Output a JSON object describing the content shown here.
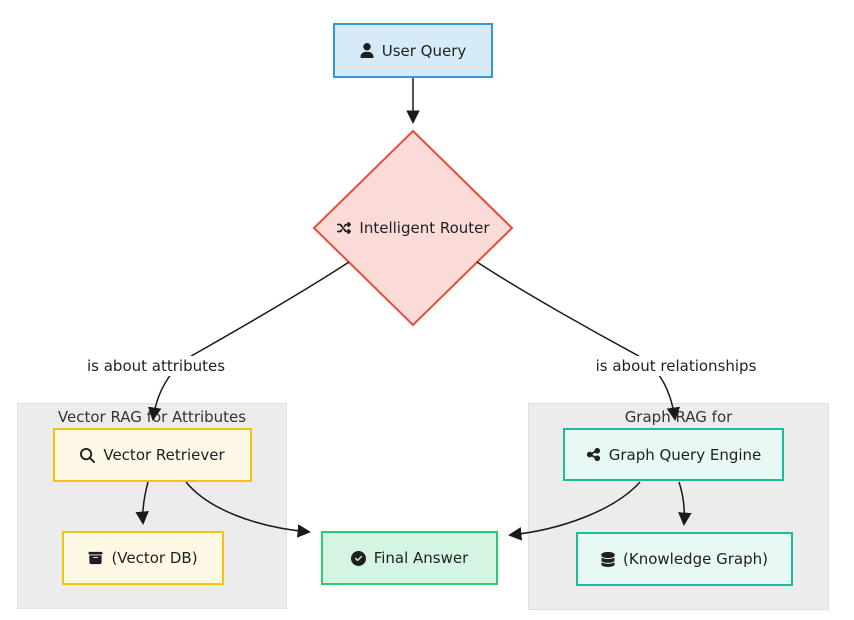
{
  "diagram": {
    "nodes": {
      "user_query": {
        "label": "User Query",
        "icon": "user-icon"
      },
      "intelligent_router": {
        "label": "Intelligent Router",
        "icon": "shuffle-icon"
      },
      "vector_retriever": {
        "label": "Vector Retriever",
        "icon": "magnifier-icon"
      },
      "vector_db": {
        "label": "(Vector DB)",
        "icon": "archive-box-icon"
      },
      "graph_query_engine": {
        "label": "Graph Query Engine",
        "icon": "share-nodes-icon"
      },
      "knowledge_graph": {
        "label": "(Knowledge Graph)",
        "icon": "database-icon"
      },
      "final_answer": {
        "label": "Final Answer",
        "icon": "check-circle-icon"
      }
    },
    "subgraphs": {
      "vector_rag": {
        "title": "Vector RAG for Attributes"
      },
      "graph_rag": {
        "title": "Graph RAG for"
      }
    },
    "edge_labels": {
      "attributes": "is about attributes",
      "relationships": "is about relationships"
    }
  },
  "colors": {
    "background": "#ffffff",
    "text": "#1f1f1f",
    "edge": "#1a1a1a",
    "cluster_fill": "#ececec",
    "cluster_border": "#e0e0e0",
    "cluster_title": "#333333",
    "blue_fill": "#d6eaf8",
    "blue_border": "#3498db",
    "red_fill": "#fadbd8",
    "red_border": "#e74c3c",
    "yellow_fill": "#fef9e7",
    "yellow_border": "#f1c40f",
    "teal_fill": "#e8f8f5",
    "teal_border": "#1abc9c",
    "green_fill": "#d5f5e3",
    "green_border": "#2ecc71"
  }
}
